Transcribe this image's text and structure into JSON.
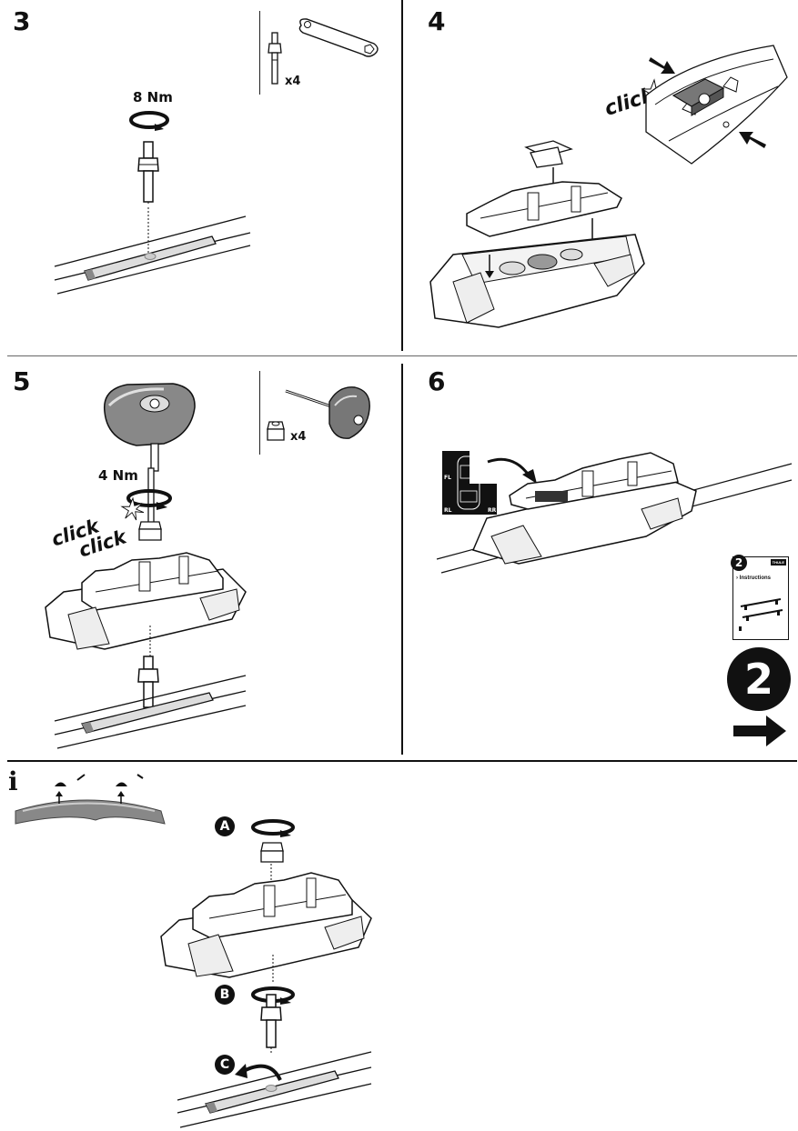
{
  "steps": {
    "s3": {
      "number": "3",
      "torque": "8 Nm",
      "qty": "x4"
    },
    "s4": {
      "number": "4",
      "click": "click"
    },
    "s5": {
      "number": "5",
      "torque": "4 Nm",
      "qty": "x4",
      "click1": "click",
      "click2": "click"
    },
    "s6": {
      "number": "6",
      "positions": {
        "fl": "FL",
        "rl": "RL",
        "rr": "RR"
      },
      "booklet": {
        "number": "2",
        "title": "› Instructions",
        "brand": "THULE"
      },
      "next_number": "2"
    }
  },
  "info": {
    "icon": "i",
    "letters": {
      "a": "A",
      "b": "B",
      "c": "C"
    }
  }
}
